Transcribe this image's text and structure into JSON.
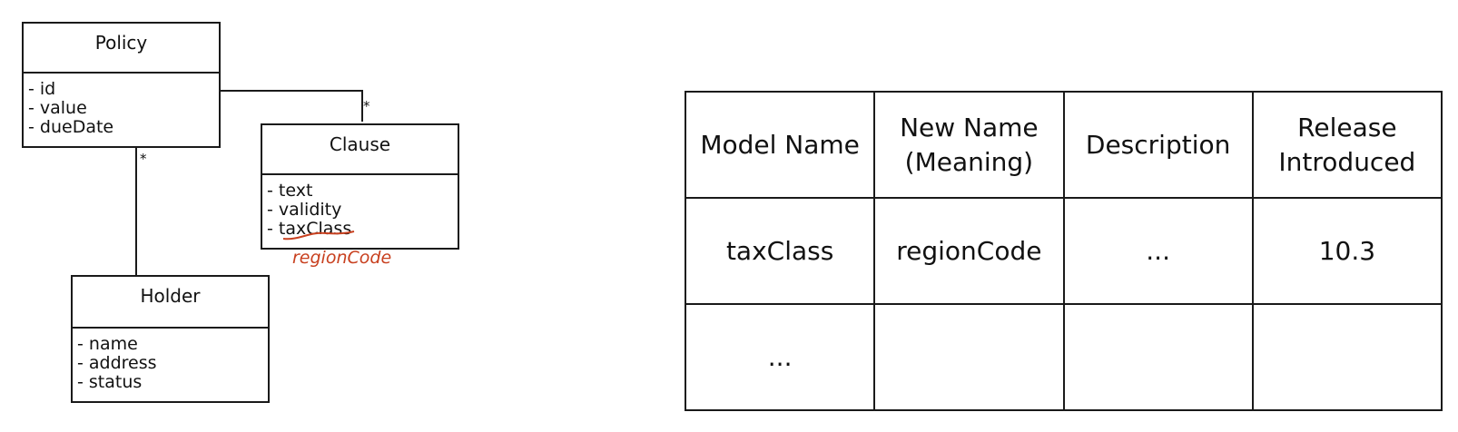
{
  "diagram": {
    "classes": {
      "policy": {
        "name": "Policy",
        "attributes": [
          "- id",
          "- value",
          "- dueDate"
        ]
      },
      "clause": {
        "name": "Clause",
        "attributes": [
          "- text",
          "- validity",
          "- taxClass"
        ],
        "strikethrough_attribute": "taxClass",
        "annotation": "regionCode"
      },
      "holder": {
        "name": "Holder",
        "attributes": [
          "- name",
          "- address",
          "- status"
        ]
      }
    },
    "multiplicities": {
      "policy_clause": "*",
      "policy_holder": "*"
    },
    "colors": {
      "line": "#1a1a1a",
      "annotation": "#c8401f"
    }
  },
  "table": {
    "headers": [
      "Model Name",
      "New Name (Meaning)",
      "Description",
      "Release Introduced"
    ],
    "header_lines": [
      [
        "Model Name"
      ],
      [
        "New Name",
        "(Meaning)"
      ],
      [
        "Description"
      ],
      [
        "Release",
        "Introduced"
      ]
    ],
    "rows": [
      [
        "taxClass",
        "regionCode",
        "...",
        "10.3"
      ],
      [
        "...",
        "",
        "",
        ""
      ]
    ]
  }
}
